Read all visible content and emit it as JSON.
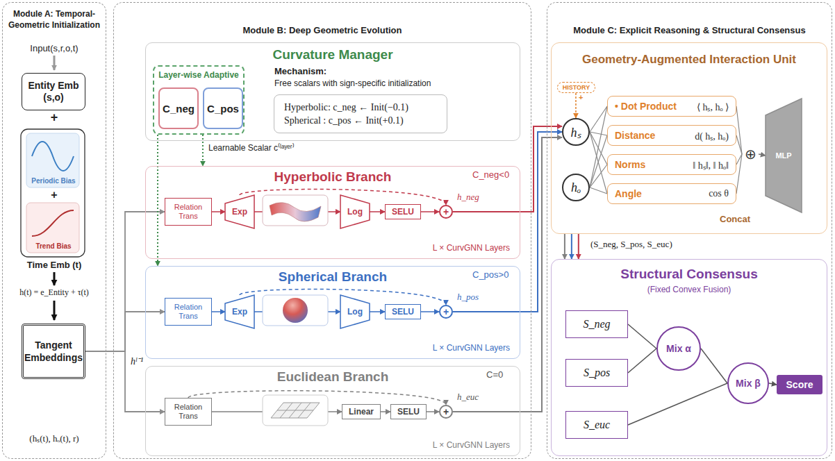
{
  "diagram": {
    "nodes": [
      {
        "text": [
          "Module A: Temporal-Geometric Initialization"
        ]
      },
      {
        "text": [
          "Entity Emb (s,o)"
        ],
        "in": 0
      },
      {
        "text": [
          "Periodic Bias"
        ],
        "in": 0
      },
      {
        "text": [
          "Trend Bias"
        ],
        "in": 0
      },
      {
        "text": [
          "Tangent Embeddings"
        ],
        "in": 0
      },
      {
        "text": [
          "Module B: Deep Geometric Evolution"
        ]
      },
      {
        "text": [
          "Curvature Manager"
        ],
        "in": 5
      },
      {
        "text": [
          "Layer-wise Adaptive"
        ],
        "in": 6
      },
      {
        "text": [
          "C_neg"
        ],
        "in": 7
      },
      {
        "text": [
          "C_pos"
        ],
        "in": 7
      },
      {
        "text": [
          "Hyperbolic: c_neg ← Init(−0.1)",
          "Spherical : c_pos ← Init(+0.1)"
        ],
        "in": 6
      },
      {
        "text": [
          "Hyperbolic Branch",
          "L × CurvGNN Layers"
        ],
        "in": 5
      },
      {
        "text": [
          "Relation Trans"
        ],
        "in": 11
      },
      {
        "text": [
          "Exp"
        ],
        "in": 11
      },
      {
        "text": [
          "Log"
        ],
        "in": 11
      },
      {
        "text": [
          "SELU"
        ],
        "in": 11
      },
      {
        "text": [
          "+"
        ],
        "in": 11
      },
      {
        "text": [
          "Spherical Branch",
          "L × CurvGNN Layers"
        ],
        "in": 5
      },
      {
        "text": [
          "Relation Trans"
        ],
        "in": 17
      },
      {
        "text": [
          "Exp"
        ],
        "in": 17
      },
      {
        "text": [
          "Log"
        ],
        "in": 17
      },
      {
        "text": [
          "SELU"
        ],
        "in": 17
      },
      {
        "text": [
          "+"
        ],
        "in": 17
      },
      {
        "text": [
          "Euclidean Branch",
          "L × CurvGNN Layers"
        ],
        "in": 5
      },
      {
        "text": [
          "Relation Trans"
        ],
        "in": 23
      },
      {
        "text": [
          "Linear"
        ],
        "in": 23
      },
      {
        "text": [
          "SELU"
        ],
        "in": 23
      },
      {
        "text": [
          "+"
        ],
        "in": 23
      },
      {
        "text": [
          "Module C: Explicit Reasoning & Structural Consensus"
        ]
      },
      {
        "text": [
          "Geometry-Augmented Interaction Unit"
        ],
        "in": 28
      },
      {
        "text": [
          "HISTORY"
        ],
        "in": 29
      },
      {
        "text": [
          "hₛ"
        ],
        "in": 29
      },
      {
        "text": [
          "hₒ"
        ],
        "in": 29
      },
      {
        "text": [
          "• Dot Product",
          "⟨ hₛ, hₒ ⟩"
        ],
        "in": 29
      },
      {
        "text": [
          "Distance",
          "d( hₛ, hₒ)"
        ],
        "in": 29
      },
      {
        "text": [
          "Norms",
          "‖ hₛ‖, ‖ hₒ‖"
        ],
        "in": 29
      },
      {
        "text": [
          "Angle",
          "cos θ"
        ],
        "in": 29
      },
      {
        "text": [
          "⊕"
        ],
        "in": 29
      },
      {
        "text": [
          "MLP"
        ],
        "in": 29
      },
      {
        "text": [
          "Structural Consensus",
          "(Fixed Convex Fusion)"
        ],
        "in": 28
      },
      {
        "text": [
          "S_neg"
        ],
        "in": 39
      },
      {
        "text": [
          "S_pos"
        ],
        "in": 39
      },
      {
        "text": [
          "S_euc"
        ],
        "in": 39
      },
      {
        "text": [
          "Mix α"
        ],
        "in": 39
      },
      {
        "text": [
          "Mix β"
        ],
        "in": 39
      },
      {
        "text": [
          "Score"
        ],
        "in": 39
      }
    ],
    "edges": [
      {
        "from": 4,
        "to": 12,
        "arrow": "to"
      },
      {
        "from": 4,
        "to": 18,
        "arrow": "to"
      },
      {
        "from": 4,
        "to": 24,
        "arrow": "to"
      },
      {
        "from": 7,
        "to": 11,
        "label": "Learnable Scalar c⁽ˡᵃʸᵉʳ⁾",
        "arrow": "to"
      },
      {
        "from": 7,
        "to": 17,
        "arrow": "to"
      },
      {
        "from": 12,
        "to": 13,
        "arrow": "to"
      },
      {
        "from": 13,
        "to": 14,
        "arrow": "to"
      },
      {
        "from": 14,
        "to": 15,
        "arrow": "to"
      },
      {
        "from": 15,
        "to": 16,
        "arrow": "to"
      },
      {
        "from": 13,
        "to": 16,
        "arrow": "to"
      },
      {
        "from": 18,
        "to": 19,
        "arrow": "to"
      },
      {
        "from": 19,
        "to": 20,
        "arrow": "to"
      },
      {
        "from": 20,
        "to": 21,
        "arrow": "to"
      },
      {
        "from": 21,
        "to": 22,
        "arrow": "to"
      },
      {
        "from": 19,
        "to": 22,
        "arrow": "to"
      },
      {
        "from": 24,
        "to": 25,
        "arrow": "to"
      },
      {
        "from": 25,
        "to": 26,
        "arrow": "to"
      },
      {
        "from": 26,
        "to": 27,
        "arrow": "to"
      },
      {
        "from": 24,
        "to": 27,
        "arrow": "to"
      },
      {
        "from": 16,
        "to": 31,
        "arrow": "to"
      },
      {
        "from": 22,
        "to": 31,
        "arrow": "to"
      },
      {
        "from": 27,
        "to": 31,
        "arrow": "to"
      },
      {
        "from": 30,
        "to": 31,
        "arrow": "to"
      },
      {
        "from": 31,
        "to": 33,
        "arrow": "none"
      },
      {
        "from": 31,
        "to": 34,
        "arrow": "none"
      },
      {
        "from": 31,
        "to": 35,
        "arrow": "none"
      },
      {
        "from": 31,
        "to": 36,
        "arrow": "none"
      },
      {
        "from": 32,
        "to": 33,
        "arrow": "none"
      },
      {
        "from": 32,
        "to": 34,
        "arrow": "none"
      },
      {
        "from": 32,
        "to": 35,
        "arrow": "none"
      },
      {
        "from": 32,
        "to": 36,
        "arrow": "none"
      },
      {
        "from": 33,
        "to": 37,
        "arrow": "none"
      },
      {
        "from": 34,
        "to": 37,
        "arrow": "none"
      },
      {
        "from": 35,
        "to": 37,
        "arrow": "none"
      },
      {
        "from": 36,
        "to": 37,
        "arrow": "none"
      },
      {
        "from": 37,
        "to": 38,
        "arrow": "to"
      },
      {
        "from": 29,
        "to": 39,
        "label": "(S_neg, S_pos, S_euc)",
        "arrow": "to"
      },
      {
        "from": 29,
        "to": 39,
        "arrow": "to"
      },
      {
        "from": 29,
        "to": 39,
        "arrow": "to"
      },
      {
        "from": 40,
        "to": 43,
        "arrow": "none"
      },
      {
        "from": 41,
        "to": 43,
        "arrow": "none"
      },
      {
        "from": 43,
        "to": 44,
        "arrow": "none"
      },
      {
        "from": 42,
        "to": 44,
        "arrow": "none"
      },
      {
        "from": 44,
        "to": 45,
        "arrow": "to"
      }
    ],
    "labels": [
      "Input(s,r,o,t)",
      "+",
      "+",
      "Time Emb (t)",
      "h(t) = e_Entity + τ(t)",
      "(hₛ(t), hₒ(t), r)",
      "hˡ⁻¹",
      "Mechanism:",
      "Free scalars with sign-specific initialization",
      "C_neg<0",
      "h_neg",
      "C_pos>0",
      "h_pos",
      "C=0",
      "h_euc",
      "Concat",
      "+"
    ]
  }
}
